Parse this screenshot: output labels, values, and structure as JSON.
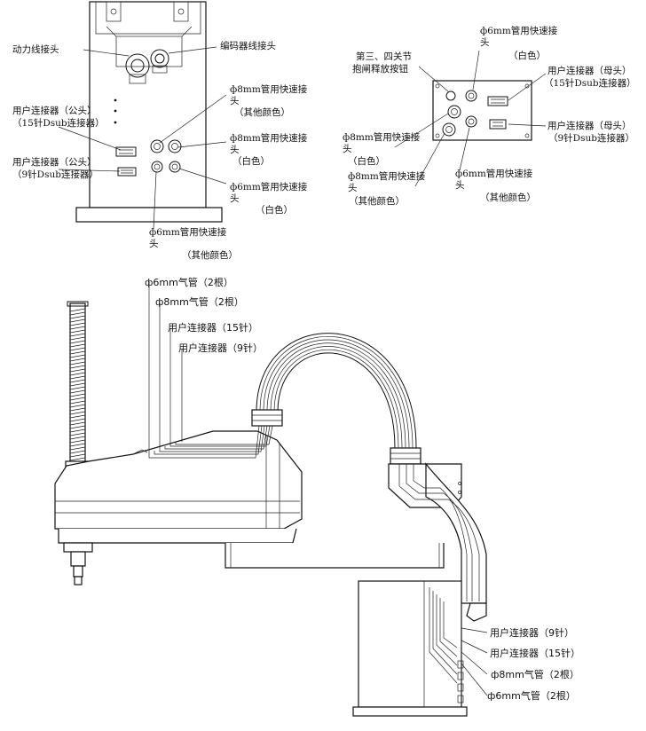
{
  "colors": {
    "line": "#111111",
    "background": "#ffffff"
  },
  "top_left_panel": {
    "labels": {
      "power_connector": "动力线接头",
      "encoder_connector": "编码器线接头",
      "user_conn_15_male_l1": "用户连接器（公头）",
      "user_conn_15_male_l2": "（15针Dsub连接器）",
      "user_conn_9_male_l1": "用户连接器（公头）",
      "user_conn_9_male_l2": "（9针Dsub连接器）",
      "fit8_other_l1": "ф8mm管用快速接",
      "fit8_other_l2": "头",
      "fit8_other_l3": "（其他颜色）",
      "fit8_white_l1": "ф8mm管用快速接",
      "fit8_white_l2": "头",
      "fit8_white_l3": "（白色）",
      "fit6_white_l1": "ф6mm管用快速接",
      "fit6_white_l2": "头",
      "fit6_white_l3": "（白色）",
      "fit6_other_l1": "ф6mm管用快速接",
      "fit6_other_l2": "头",
      "fit6_other_l3": "（其他颜色）"
    }
  },
  "top_right_panel": {
    "labels": {
      "brake_release_l1": "第三、四关节",
      "brake_release_l2": "抱闸释放按钮",
      "fit6_white_l1": "ф6mm管用快速接",
      "fit6_white_l2": "头",
      "fit6_white_l3": "（白色）",
      "user_conn_15_female_l1": "用户连接器（母头）",
      "user_conn_15_female_l2": "（15针Dsub连接器）",
      "user_conn_9_female_l1": "用户连接器（母头）",
      "user_conn_9_female_l2": "（9针Dsub连接器）",
      "fit8_white_l1": "ф8mm管用快速接",
      "fit8_white_l2": "头",
      "fit8_white_l3": "（白色）",
      "fit8_other_l1": "ф8mm管用快速接",
      "fit8_other_l2": "头",
      "fit8_other_l3": "（其他颜色）",
      "fit6_other_l1": "ф6mm管用快速接",
      "fit6_other_l2": "头",
      "fit6_other_l3": "（其他颜色）"
    }
  },
  "robot_view": {
    "labels": {
      "air_6mm_top": "ф6mm气管（2根）",
      "air_8mm_top": "ф8mm气管（2根）",
      "user_15_top": "用户连接器（15针）",
      "user_9_top": "用户连接器（9针）",
      "user_9_bottom": "用户连接器（9针）",
      "user_15_bottom": "用户连接器（15针）",
      "air_8mm_bottom": "ф8mm气管（2根）",
      "air_6mm_bottom": "ф6mm气管（2根）"
    }
  }
}
